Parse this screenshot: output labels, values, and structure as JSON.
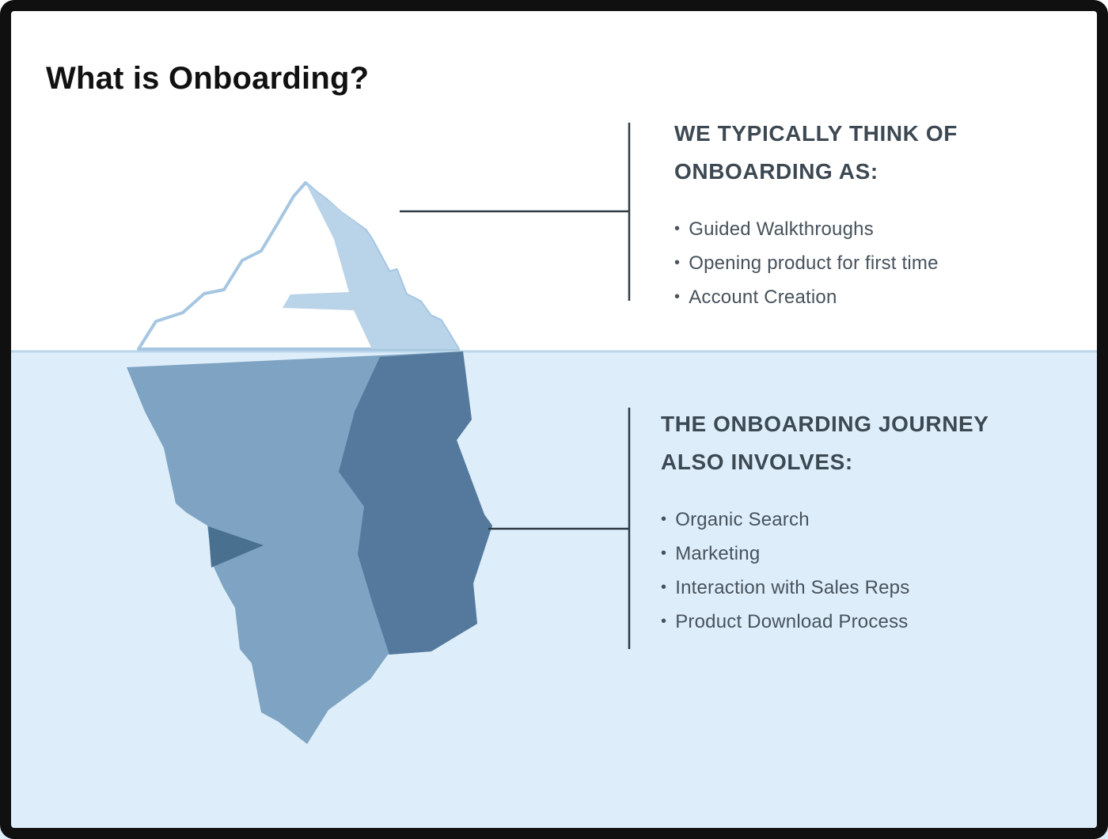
{
  "title": "What is Onboarding?",
  "colors": {
    "frame": "#101010",
    "water": "#ddeefa",
    "waterline": "#b9d5ea",
    "ice_outline": "#a6c6e1",
    "ice_tip_fill": "#ffffff",
    "ice_tip_shade": "#b9d3e8",
    "ice_body": "#7fa3c2",
    "ice_body_dark": "#54799c",
    "ice_notch": "#4a708f",
    "connector": "#2f3b44",
    "heading": "#3c4852",
    "bullet_text": "#47525c"
  },
  "above_section": {
    "heading": "WE TYPICALLY THINK OF ONBOARDING AS:",
    "bullets": [
      "Guided Walkthroughs",
      "Opening product for first time",
      "Account Creation"
    ]
  },
  "below_section": {
    "heading": "THE ONBOARDING JOURNEY ALSO INVOLVES:",
    "bullets": [
      "Organic Search",
      "Marketing",
      "Interaction with Sales Reps",
      "Product Download Process"
    ]
  }
}
